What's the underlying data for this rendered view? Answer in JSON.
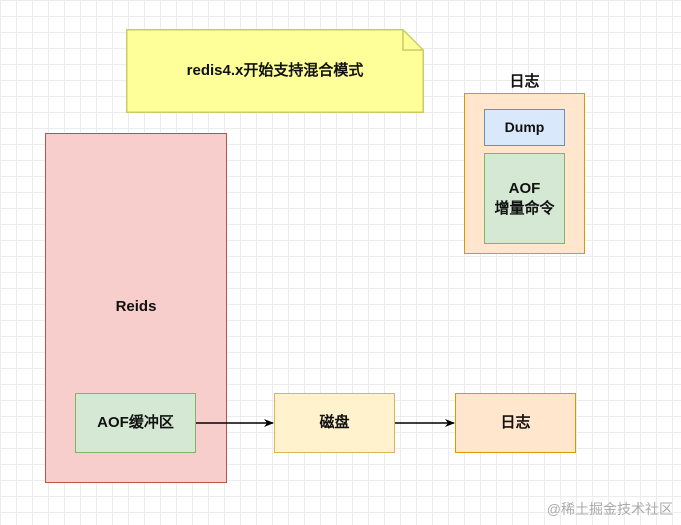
{
  "note": {
    "text": "redis4.x开始支持混合模式"
  },
  "redis": {
    "label": "Reids",
    "buffer_label": "AOF缓冲区"
  },
  "disk": {
    "label": "磁盘"
  },
  "log_bottom": {
    "label": "日志"
  },
  "log_container": {
    "title": "日志",
    "dump_label": "Dump",
    "aof_line1": "AOF",
    "aof_line2": "增量命令"
  },
  "watermark": "@稀土掘金技术社区",
  "colors": {
    "red_fill": "#f8cecc",
    "green_fill": "#d5e8d4",
    "yellow_fill": "#fff2cc",
    "orange_fill": "#ffe6cc",
    "blue_fill": "#dae8fc",
    "note_fill": "#ffff99"
  }
}
